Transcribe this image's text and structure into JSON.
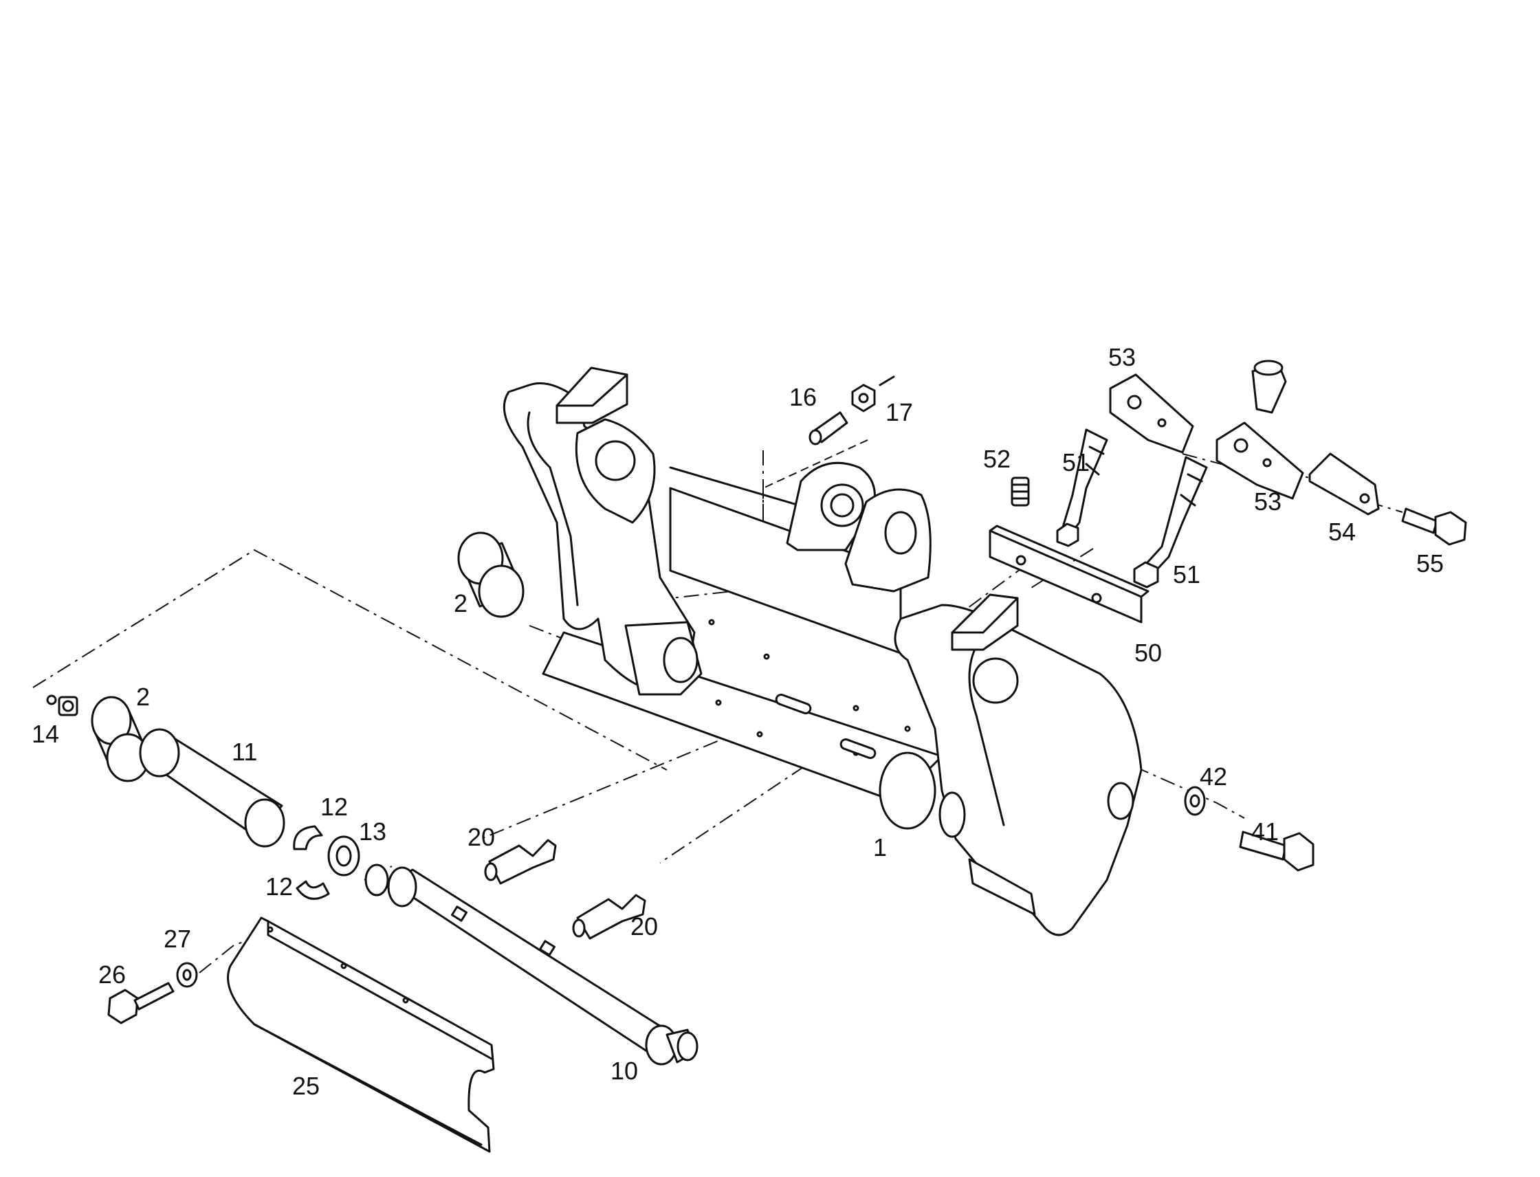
{
  "diagram": {
    "labels": {
      "p1": "1",
      "p2a": "2",
      "p2b": "2",
      "p10": "10",
      "p11": "11",
      "p12a": "12",
      "p12b": "12",
      "p13": "13",
      "p14": "14",
      "p16": "16",
      "p17": "17",
      "p20a": "20",
      "p20b": "20",
      "p25": "25",
      "p26": "26",
      "p27": "27",
      "p41": "41",
      "p42": "42",
      "p50": "50",
      "p51a": "51",
      "p51b": "51",
      "p52": "52",
      "p53a": "53",
      "p53b": "53",
      "p54": "54",
      "p55": "55"
    }
  }
}
